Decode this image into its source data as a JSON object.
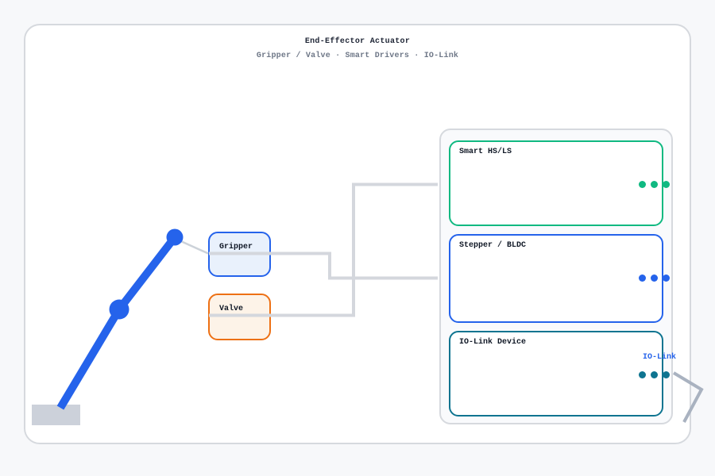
{
  "header": {
    "title": "End-Effector Actuator",
    "subtitle": "Gripper / Valve · Smart Drivers · IO-Link"
  },
  "nodes": {
    "gripper": {
      "label": "Gripper"
    },
    "valve": {
      "label": "Valve"
    }
  },
  "driver_stack": {
    "panels": [
      {
        "label": "Smart HS/LS"
      },
      {
        "label": "Stepper / BLDC"
      },
      {
        "label": "IO-Link Device",
        "port_label": "IO-Link"
      }
    ]
  },
  "icons": {
    "arm": "robot-arm-figure",
    "status_dots": "three-dot-port-indicator",
    "external_arrow": "io-link-external-lead-arrow"
  },
  "colors": {
    "arm_blue": "#2563eb",
    "gripper_border": "#2563eb",
    "gripper_fill": "#e9f1fc",
    "valve_border": "#ed7014",
    "valve_fill": "#fdf3e8",
    "smart_hsls_green": "#10b981",
    "stepper_bldc_blue": "#2563eb",
    "io_link_teal": "#0e7490",
    "io_link_label_blue": "#2563eb",
    "connector_gray": "#d4d7dd",
    "arrow_gray": "#a9b2c0",
    "base_gray": "#ccd1da",
    "card_border": "#d6d9de"
  }
}
